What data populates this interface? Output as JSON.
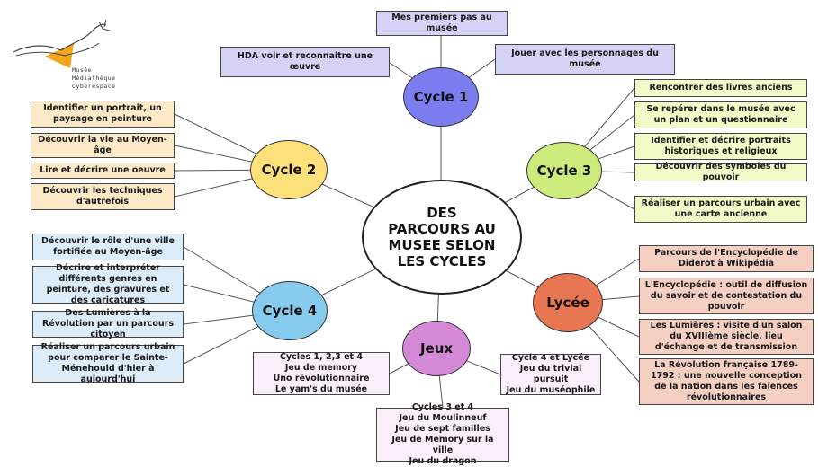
{
  "title": "DES PARCOURS AU MUSEE SELON LES CYCLES",
  "logo": {
    "text": "Musée\nMédiathèque\nCyberespace"
  },
  "colors": {
    "cycle1": "#7b7cf0",
    "cycle2": "#fde07a",
    "cycle3": "#cdeb7c",
    "cycle4": "#86cbee",
    "lycee": "#e87652",
    "jeux": "#d489d6"
  },
  "hubs": {
    "cycle1": "Cycle 1",
    "cycle2": "Cycle 2",
    "cycle3": "Cycle 3",
    "cycle4": "Cycle 4",
    "lycee": "Lycée",
    "jeux": "Jeux"
  },
  "cycle1": {
    "items": [
      "Mes premiers pas au musée",
      "HDA voir et reconnaitre une œuvre",
      "Jouer avec les personnages du musée"
    ]
  },
  "cycle2": {
    "items": [
      "Identifier un portrait, un paysage en peinture",
      "Découvrir la vie au Moyen-âge",
      "Lire et décrire une oeuvre",
      "Découvrir les techniques d'autrefois"
    ]
  },
  "cycle3": {
    "items": [
      "Rencontrer des livres anciens",
      "Se repérer dans le musée avec un plan et un questionnaire",
      "Identifier et décrire portraits historiques et religieux",
      "Découvrir des symboles du pouvoir",
      "Réaliser un parcours urbain avec une carte ancienne"
    ]
  },
  "cycle4": {
    "items": [
      "Découvrir le rôle d'une ville fortifiée au Moyen-âge",
      "Décrire et interpréter différents genres en peinture, des gravures et des caricatures",
      "Des Lumières à la Révolution par un parcours citoyen",
      "Réaliser un parcours urbain pour comparer le Sainte-Ménehould d'hier à aujourd'hui"
    ]
  },
  "lycee": {
    "items": [
      "Parcours de l'Encyclopédie de Diderot à Wikipédia",
      "L'Encyclopédie : outil de diffusion du savoir et de contestation du pouvoir",
      "Les Lumières : visite d'un salon du XVIIIème siècle, lieu d'échange et de transmission",
      "La Révolution française 1789-1792 : une nouvelle conception de la nation dans les faïences révolutionnaires"
    ]
  },
  "jeux": {
    "items": [
      "Cycles 1, 2,3 et 4\nJeu de memory\nUno révolutionnaire\nLe yam's du musée",
      "Cycle 4 et Lycée\nJeu du trivial pursuit\nJeu du muséophile",
      "Cycles 3 et 4\nJeu du Moulinneuf\nJeu de sept familles\nJeu de Memory sur la ville\nJeu du dragon"
    ]
  }
}
